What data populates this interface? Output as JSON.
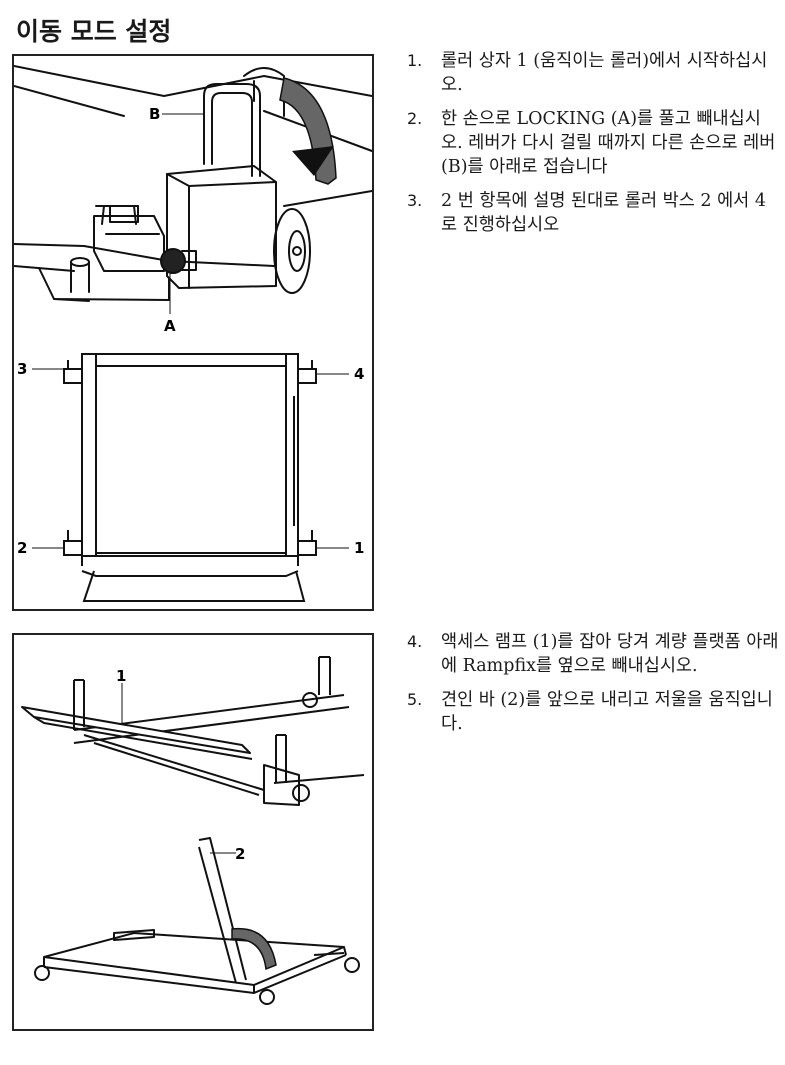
{
  "page": {
    "title": "이동 모드 설정"
  },
  "figure1": {
    "callouts": {
      "b": "B",
      "a": "A",
      "n3": "3",
      "n4": "4",
      "n2": "2",
      "n1": "1"
    }
  },
  "figure2": {
    "callouts": {
      "n1": "1",
      "n2": "2"
    }
  },
  "steps_group1": [
    {
      "number": "1.",
      "text": "롤러 상자 1 (움직이는 롤러)에서 시작하십시오."
    },
    {
      "number": "2.",
      "text": "한 손으로 LOCKING (A)를 풀고 빼내십시오. 레버가 다시 걸릴 때까지 다른 손으로 레버 (B)를 아래로 접습니다"
    },
    {
      "number": "3.",
      "text": "2 번 항목에 설명 된대로 롤러 박스 2 에서 4로 진행하십시오"
    }
  ],
  "steps_group2": [
    {
      "number": "4.",
      "text": "액세스 램프 (1)를 잡아 당겨 계량 플랫폼 아래에 Rampfix를 옆으로 빼내십시오."
    },
    {
      "number": "5.",
      "text": "견인 바 (2)를 앞으로 내리고 저울을 움직입니다."
    }
  ]
}
